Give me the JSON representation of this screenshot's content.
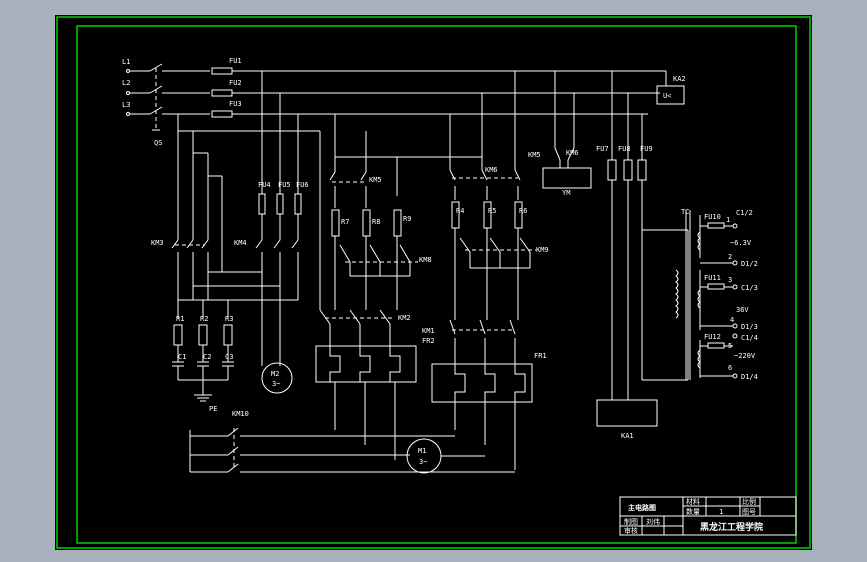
{
  "colors": {
    "frame_bg": "#a8b0bd",
    "drawing_bg": "#000000",
    "line": "#ffffff",
    "border": "#00d000"
  },
  "mains": {
    "l1": "L1",
    "l2": "L2",
    "l3": "L3",
    "qs": "QS"
  },
  "fuses": {
    "fu1": "FU1",
    "fu2": "FU2",
    "fu3": "FU3",
    "fu4": "FU4",
    "fu5": "FU5",
    "fu6": "FU6",
    "fu7": "FU7",
    "fu8": "FU8",
    "fu9": "FU9",
    "fu10": "FU10",
    "fu11": "FU11",
    "fu12": "FU12"
  },
  "contactors": {
    "km1_fr2": [
      "KM1",
      "FR2"
    ],
    "km2": "KM2",
    "km3": "KM3",
    "km4": "KM4",
    "km5": "KM5",
    "km5b": "KM5",
    "km6": "KM6",
    "km6b": "KM6",
    "km8": "KM8",
    "km9": "KM9",
    "km10": "KM10",
    "ka1": "KA1",
    "ka2": "KA2",
    "ka2_coil": "U<",
    "ym": "YM"
  },
  "resistors": {
    "r1": "R1",
    "r2": "R2",
    "r3": "R3",
    "r4": "R4",
    "r5": "R5",
    "r6": "R6",
    "r7": "R7",
    "r8": "R8",
    "r9": "R9"
  },
  "capacitors": {
    "c1": "C1",
    "c2": "C2",
    "c3": "C3",
    "pe": "PE"
  },
  "relays": {
    "fr1": "FR1"
  },
  "motors": {
    "m1": "M1",
    "m1_sub": "3~",
    "m2": "M2",
    "m2_sub": "3~"
  },
  "transformer": {
    "tc": "TC",
    "t1": "C1/2",
    "t1_num": "1",
    "t1_v": "~6.3V",
    "t2_num": "2",
    "t2": "D1/2",
    "t3_num": "3",
    "t3": "C1/3",
    "t3_v": "36V",
    "t4_num": "4",
    "t4": "D1/3",
    "t5": "C1/4",
    "t5_num": "5",
    "t5_v": "~220V",
    "t6_num": "6",
    "t6": "D1/4"
  },
  "title_block": {
    "drawing_title": "主电路图",
    "material": "材料",
    "scale": "比例",
    "quantity": "数量",
    "quantity_val": "1",
    "sheet": "图号",
    "drawn": "制图",
    "checked": "审核",
    "name_col": "刘伟",
    "institution": "黑龙江工程学院"
  }
}
